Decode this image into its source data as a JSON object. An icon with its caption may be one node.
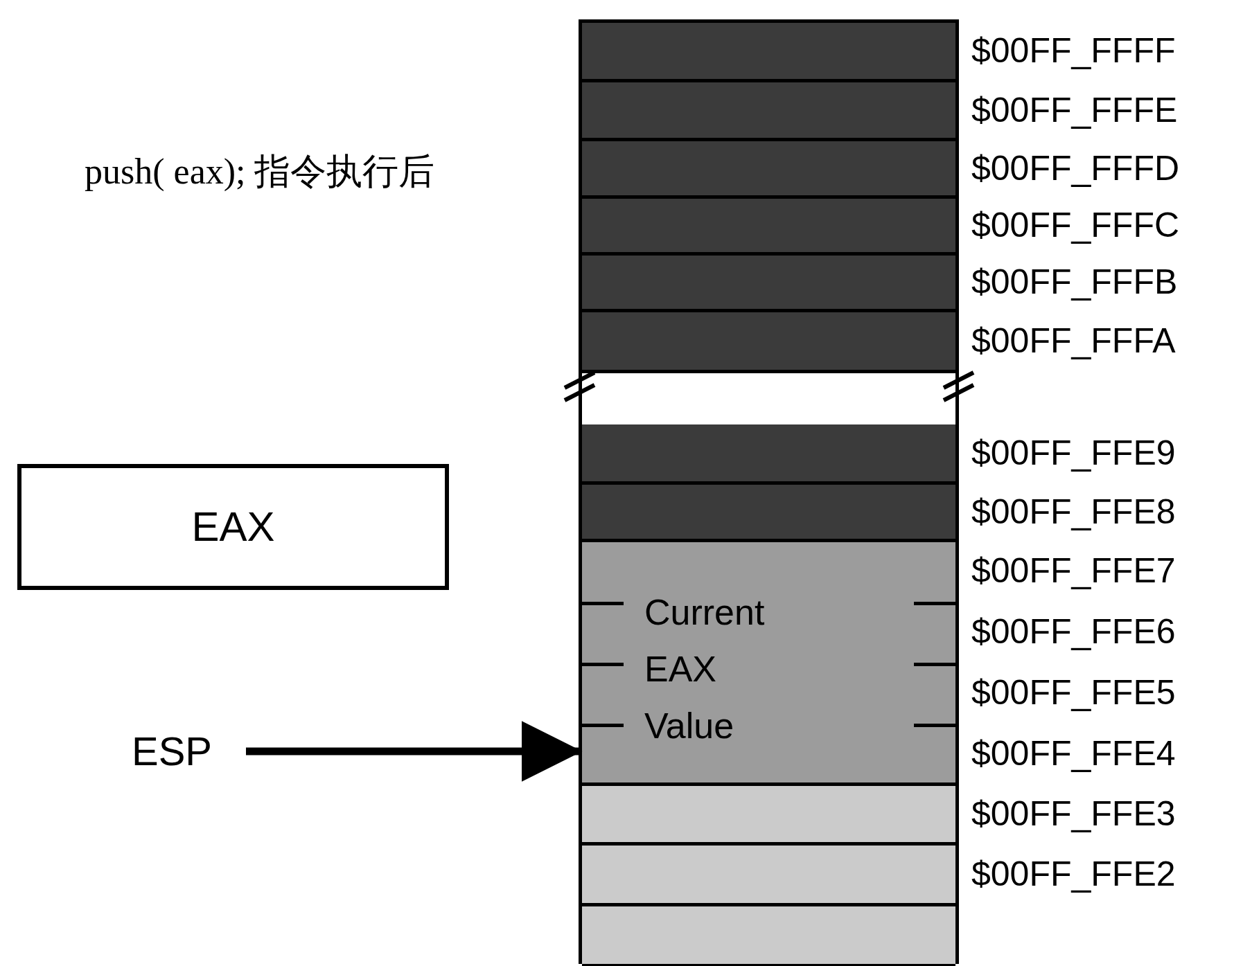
{
  "diagram": {
    "title": "push( eax); 指令执行后",
    "nodes": [
      {
        "text": [
          "EAX"
        ]
      },
      {
        "text": [
          "ESP"
        ]
      },
      {
        "text": [],
        "shape": "box"
      },
      {
        "text": [],
        "shape": "box",
        "in": 2,
        "beside": [
          "$00FF_FFFF"
        ]
      },
      {
        "text": [],
        "shape": "box",
        "in": 2,
        "beside": [
          "$00FF_FFFE"
        ]
      },
      {
        "text": [],
        "shape": "box",
        "in": 2,
        "beside": [
          "$00FF_FFFD"
        ]
      },
      {
        "text": [],
        "shape": "box",
        "in": 2,
        "beside": [
          "$00FF_FFFC"
        ]
      },
      {
        "text": [],
        "shape": "box",
        "in": 2,
        "beside": [
          "$00FF_FFFB"
        ]
      },
      {
        "text": [],
        "shape": "box",
        "in": 2,
        "beside": [
          "$00FF_FFFA"
        ]
      },
      {
        "text": [],
        "shape": "box",
        "in": 2,
        "beside": [
          "$00FF_FFE9"
        ]
      },
      {
        "text": [],
        "shape": "box",
        "in": 2,
        "beside": [
          "$00FF_FFE8"
        ]
      },
      {
        "text": [
          "Current EAX Value"
        ],
        "in": 2,
        "beside": [
          "$00FF_FFE7",
          "$00FF_FFE6",
          "$00FF_FFE5",
          "$00FF_FFE4"
        ]
      },
      {
        "text": [],
        "shape": "box",
        "in": 2,
        "beside": [
          "$00FF_FFE3"
        ]
      },
      {
        "text": [],
        "shape": "box",
        "in": 2,
        "beside": [
          "$00FF_FFE2"
        ]
      },
      {
        "text": [],
        "shape": "box",
        "in": 2
      }
    ],
    "edges": [
      {
        "from": 1,
        "to": 11,
        "arrow": "to"
      }
    ]
  }
}
